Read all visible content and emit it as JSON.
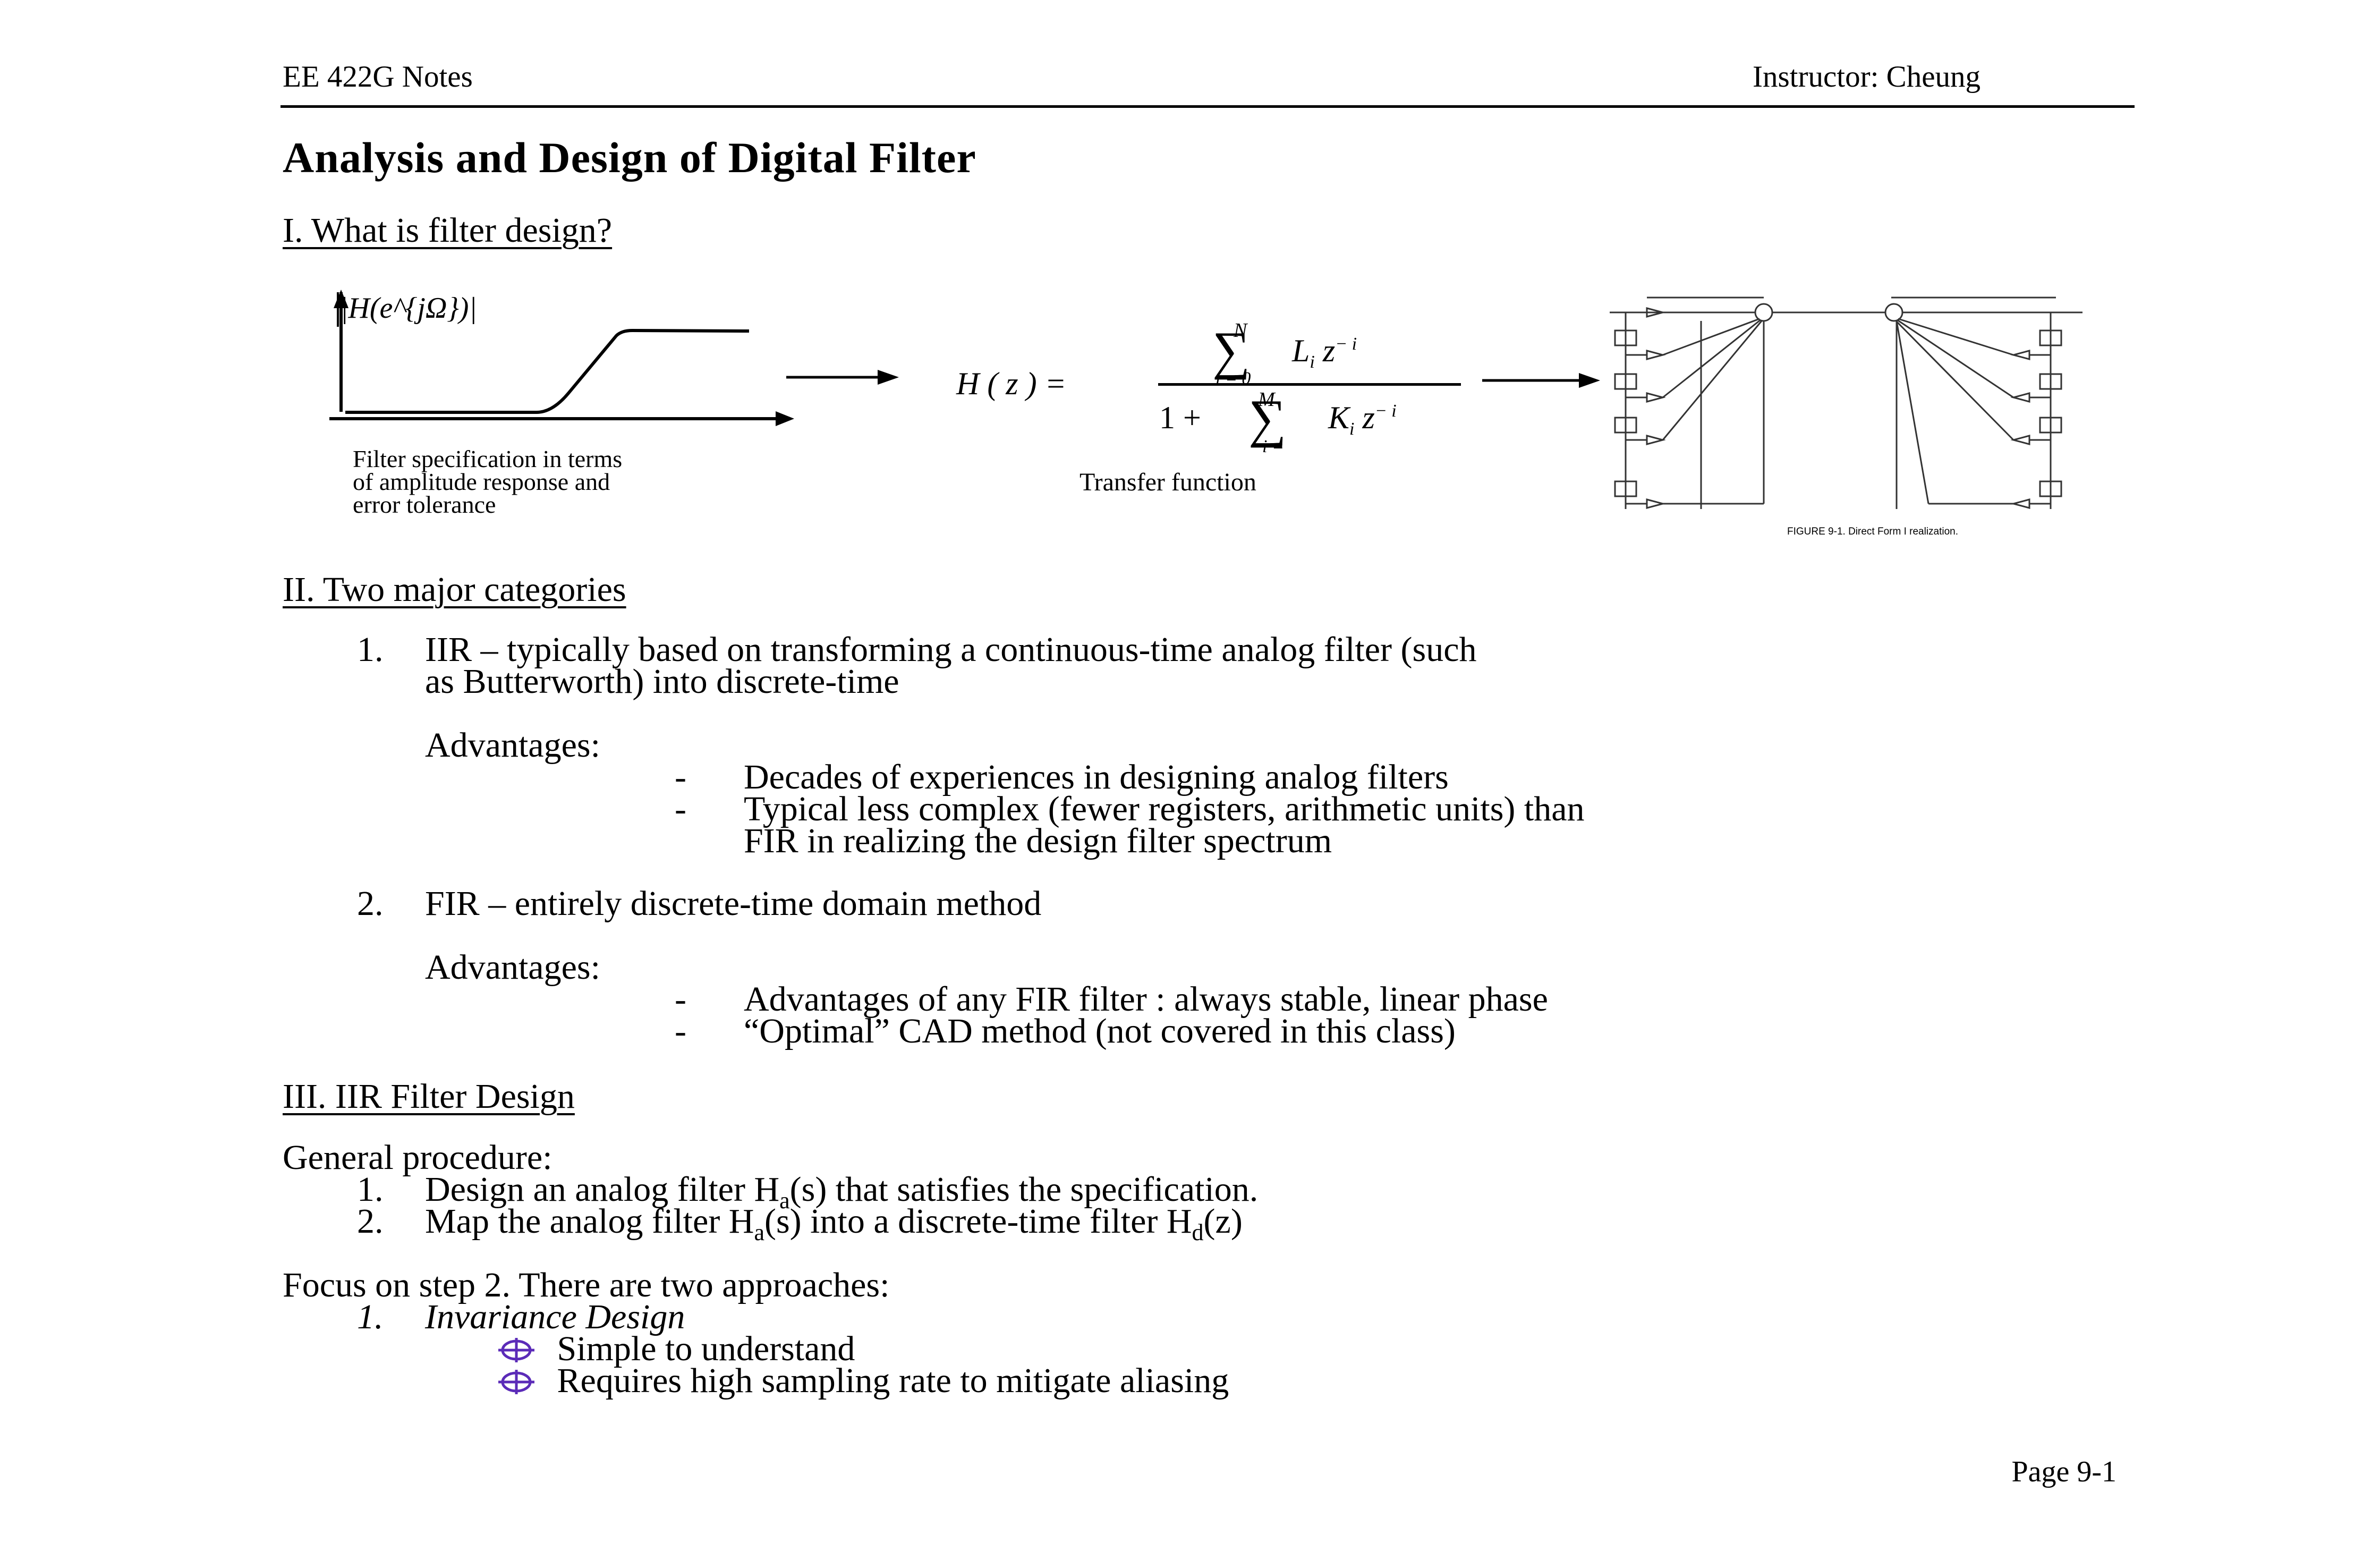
{
  "header": {
    "left": "EE 422G Notes",
    "right": "Instructor: Cheung"
  },
  "title": "Analysis and Design of Digital Filter",
  "section1": {
    "heading": "I.  What is filter design?",
    "figure": {
      "spec_label": "|H(e^{jΩ})|",
      "spec_caption": [
        "Filter specification in terms",
        "of amplitude response and",
        "error tolerance"
      ],
      "tf_lhs": "H ( z ) =",
      "tf_num_sum_top": "N",
      "tf_num_sum_bottom": "i = 0",
      "tf_num_term": "L",
      "tf_den_prefix": "1 +",
      "tf_den_sum_top": "M",
      "tf_den_sum_bottom": "i =",
      "tf_den_term": "K",
      "tf_caption": "Transfer function",
      "realization_caption": "FIGURE 9-1.   Direct Form I realization."
    }
  },
  "section2": {
    "heading": "II. Two major categories",
    "item1": {
      "num": "1.",
      "line1": "IIR – typically based on transforming a continuous-time analog filter (such",
      "line2": "as Butterworth) into discrete-time",
      "adv_label": "Advantages:",
      "advantages": [
        "Decades of experiences in designing analog filters",
        "Typical less complex (fewer registers, arithmetic units) than",
        "FIR in realizing the design filter spectrum"
      ]
    },
    "item2": {
      "num": "2.",
      "line1": "FIR – entirely discrete-time domain method",
      "adv_label": "Advantages:",
      "advantages": [
        "Advantages of any FIR filter : always stable, linear phase",
        "“Optimal” CAD method (not covered in this class)"
      ]
    },
    "dash": "-"
  },
  "section3": {
    "heading": "III. IIR Filter Design",
    "general": "General procedure:",
    "steps": [
      {
        "num": "1.",
        "pre": "Design an analog filter H",
        "sub": "a",
        "post": "(s) that satisfies the specification."
      },
      {
        "num": "2.",
        "pre": "Map the analog filter H",
        "sub": "a",
        "mid": "(s) into a discrete-time filter H",
        "sub2": "d",
        "post": "(z)"
      }
    ],
    "focus": "Focus on step 2. There are two approaches:",
    "approach1": {
      "num": "1.",
      "label": "Invariance Design"
    },
    "bullets": [
      "Simple to understand",
      "Requires high sampling rate to mitigate aliasing"
    ],
    "bullet_color": "#5b2bb8"
  },
  "footer": {
    "page": "Page 9-1"
  }
}
